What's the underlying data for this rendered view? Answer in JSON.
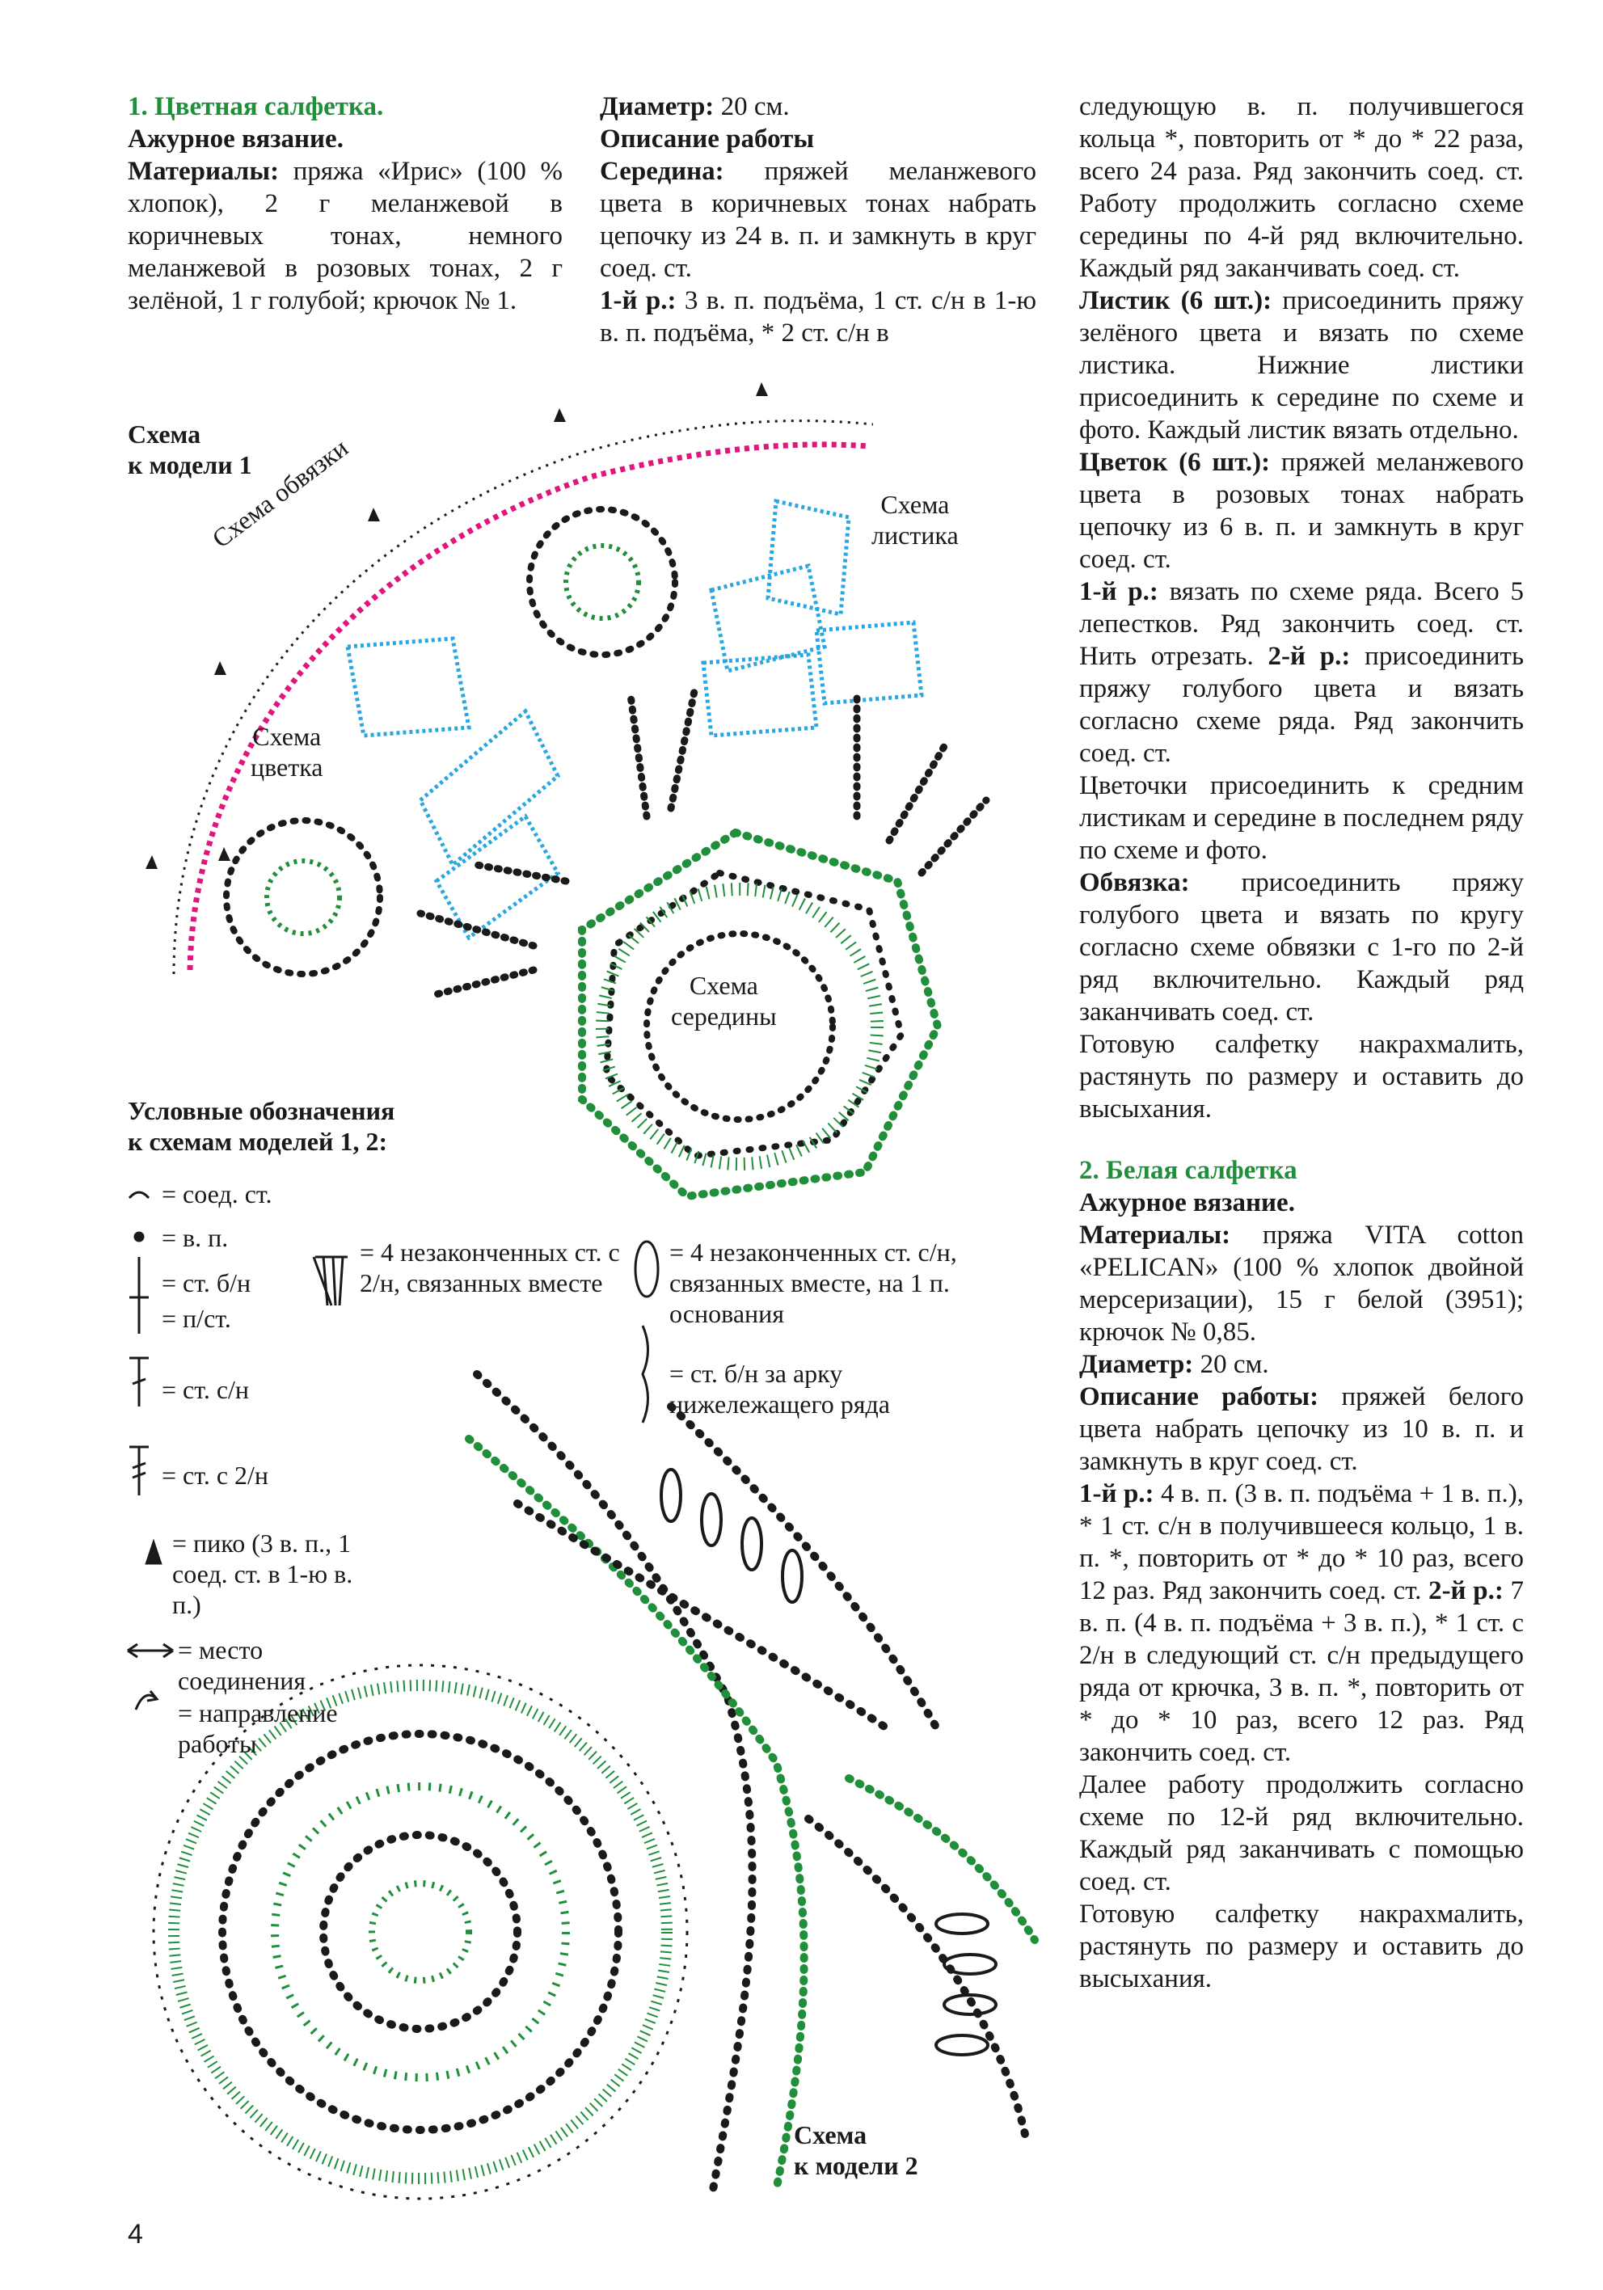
{
  "col1": {
    "title": "1. Цветная салфетка.",
    "subtitle": "Ажурное вязание.",
    "materials_label": "Материалы:",
    "materials_text": " пряжа «Ирис» (100 % хлопок), 2 г меланжевой в коричневых тонах, немного меланжевой в розовых тонах, 2 г зелёной, 1 г голубой; крючок № 1."
  },
  "col2": {
    "diameter_label": "Диаметр:",
    "diameter_text": " 20 см.",
    "desc_label": "Описание работы",
    "middle_label": "Середина:",
    "middle_text": " пряжей меланжевого цвета в коричневых тонах набрать цепочку из 24 в. п. и замкнуть в круг соед. ст.",
    "row1_label": "1-й р.:",
    "row1_text": " 3 в. п. подъёма, 1 ст. с/н в 1-ю в. п. подъёма, * 2 ст. с/н в"
  },
  "col3": {
    "p1": "следующую в. п. получившегося кольца *, повторить от * до * 22 раза, всего 24 раза. Ряд закончить соед. ст. Работу продолжить согласно схеме середины по 4-й ряд включительно. Каждый ряд заканчивать соед. ст.",
    "leaf_label": "Листик (6 шт.):",
    "leaf_text": " присоединить пряжу зелёного цвета и вязать по схеме листика. Нижние листики присоединить к середине по схеме и фото. Каждый листик вязать отдельно.",
    "flower_label": "Цветок (6 шт.):",
    "flower_text": " пряжей меланжевого цвета в розовых тонах набрать цепочку из 6 в. п. и замкнуть в круг соед. ст.",
    "r1_label": "1-й р.:",
    "r1_text": " вязать по схеме ряда. Всего 5 лепестков. Ряд закончить соед. ст. Нить отрезать. ",
    "r2_label": "2-й р.:",
    "r2_text": " присоединить пряжу голубого цвета и вязать согласно схеме ряда. Ряд закончить соед. ст.",
    "p_flowers": "Цветочки присоединить к средним листикам и середине в последнем ряду по схеме и фото.",
    "edge_label": "Обвязка:",
    "edge_text": " присоединить пряжу голубого цвета и вязать по кругу согласно схеме обвязки с 1-го по 2-й ряд включительно. Каждый ряд заканчивать соед. ст.",
    "p_final": "Готовую салфетку накрахмалить, растянуть по размеру и оставить до высыхания.",
    "title2": "2. Белая салфетка",
    "subtitle2": "Ажурное вязание.",
    "mat2_label": "Материалы:",
    "mat2_text": " пряжа VITA cotton «PELICAN» (100 % хлопок двойной мерсеризации), 15 г белой (3951); крючок № 0,85.",
    "diam2_label": "Диаметр:",
    "diam2_text": " 20 см.",
    "desc2_label": "Описание работы:",
    "desc2_text": " пряжей белого цвета набрать цепочку из 10 в. п. и замкнуть в круг соед. ст.",
    "r21_label": "1-й р.:",
    "r21_text": " 4 в. п. (3 в. п. подъёма + 1 в. п.), * 1 ст. с/н в получившееся кольцо, 1 в. п. *, повторить от * до * 10 раз, всего 12 раз. Ряд закончить соед. ст. ",
    "r22_label": "2-й р.:",
    "r22_text": " 7 в. п. (4 в. п. подъёма + 3 в. п.), * 1 ст. с 2/н в следующий ст. с/н предыдущего ряда от крючка, 3 в. п. *, повторить от * до * 10 раз, всего 12 раз. Ряд закончить соед. ст.",
    "p_cont": "Далее работу продолжить согласно схеме по 12-й ряд включительно. Каждый ряд заканчивать с помощью соед. ст.",
    "p_final2": "Готовую салфетку накрахмалить, растянуть по размеру и оставить до высыхания."
  },
  "chart1": {
    "heading_line1": "Схема",
    "heading_line2": "к модели 1",
    "edge_label": "Схема обвязки",
    "leaf_label_1": "Схема",
    "leaf_label_2": "листика",
    "flower_label_1": "Схема",
    "flower_label_2": "цветка",
    "middle_label_1": "Схема",
    "middle_label_2": "середины"
  },
  "legend": {
    "heading_1": "Условные обозначения",
    "heading_2": "к схемам моделей 1, 2:",
    "items": [
      {
        "symbol": "⌒",
        "text": "= соед. ст."
      },
      {
        "symbol": "●",
        "text": "= в. п."
      },
      {
        "symbol": "|",
        "text": "= ст. б/н"
      },
      {
        "symbol": "T",
        "text": "= п/ст."
      },
      {
        "symbol": "†",
        "text": "= ст. с/н"
      },
      {
        "symbol": "‡",
        "text": "= ст. с 2/н"
      },
      {
        "symbol": "▲",
        "text": "= пико (3 в. п., 1 соед. ст. в 1-ю в. п.)"
      },
      {
        "symbol": "↔",
        "text": "= место соединения"
      },
      {
        "symbol": "↪",
        "text": "= направление работы"
      }
    ],
    "mid_1": "= 4 незаконченных ст. с 2/н, связанных вместе",
    "right_1": "= 4 незаконченных ст. с/н, связанных вместе, на 1 п. основания",
    "right_2": "= ст. б/н за арку нижележащего ряда"
  },
  "chart2": {
    "heading_line1": "Схема",
    "heading_line2": "к модели 2"
  },
  "page_number": "4",
  "colors": {
    "green": "#1f8f3a",
    "pink": "#e0157e",
    "blue": "#2aa7e0",
    "black": "#1a1a1a"
  }
}
